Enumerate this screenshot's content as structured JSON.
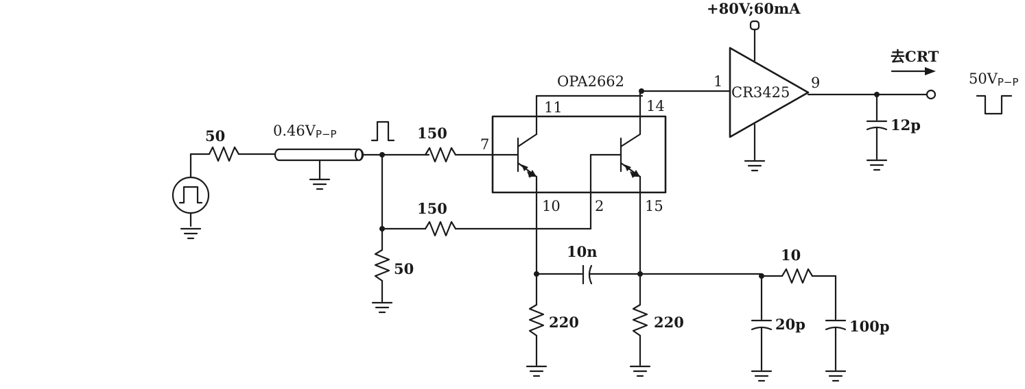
{
  "labels": {
    "supply": "+80V;60mA",
    "to_crt": "去CRT",
    "output_amplitude": "50V",
    "output_amplitude_sub": "P−P",
    "input_amplitude": "0.46V",
    "input_amplitude_sub": "P−P",
    "buffer_ic": "OPA2662",
    "driver_ic": "CR3425"
  },
  "pins": {
    "crt_in": "1",
    "crt_out": "9",
    "q1_collector": "11",
    "q2_collector": "14",
    "q1_base": "7",
    "q1_emitter": "10",
    "q2_base": "2",
    "q2_emitter": "15"
  },
  "components": {
    "r_source": "50",
    "r_input": "150",
    "r_feedback": "150",
    "r_termination": "50",
    "c_coupling": "10n",
    "r_emitter_1": "220",
    "r_emitter_2": "220",
    "r_output": "10",
    "c_20p": "20p",
    "c_100p": "100p",
    "c_12p": "12p"
  }
}
